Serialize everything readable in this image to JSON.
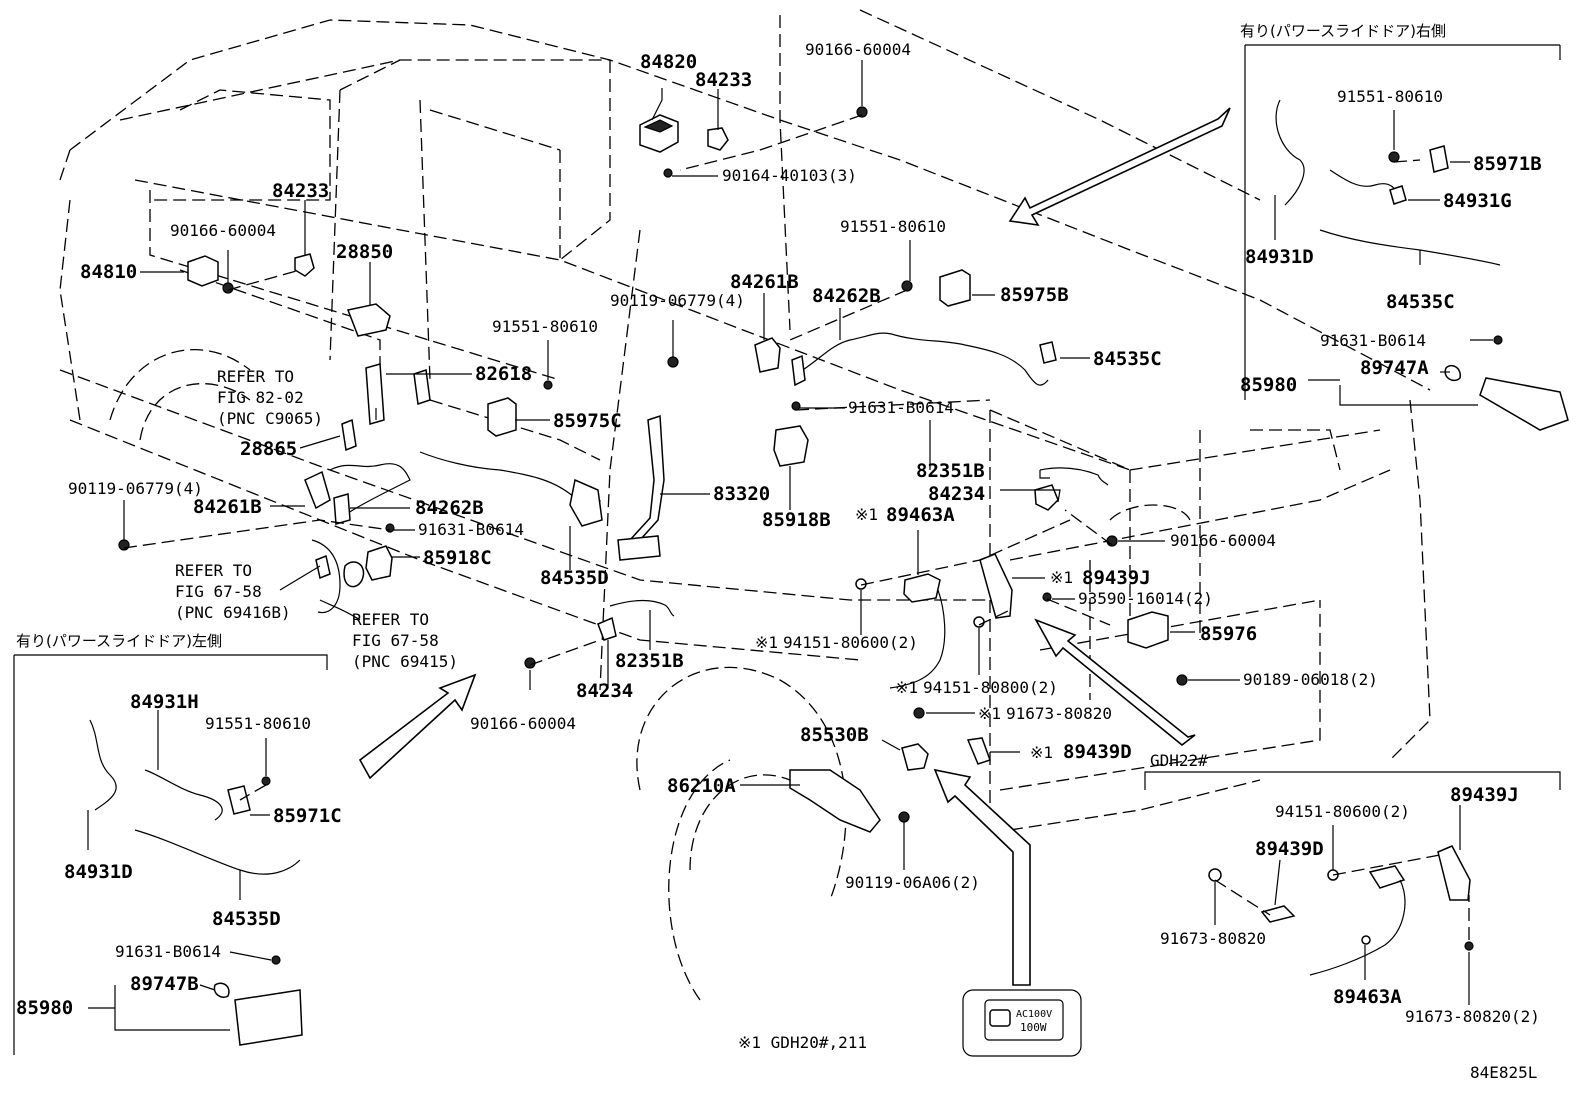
{
  "labels": {
    "r_header": "有り(パワースライドドア)右側",
    "l_header": "有り(パワースライドドア)左側",
    "gdh22": "GDH22#",
    "footnote": "※1 GDH20#,211",
    "diagram_code": "84E825L",
    "socket_line1": "AC100V",
    "socket_line2": "100W",
    "refer1": [
      "REFER TO",
      "FIG 82-02",
      "(PNC C9065)"
    ],
    "refer2": [
      "REFER TO",
      "FIG 67-58",
      "(PNC 69416B)"
    ],
    "refer3": [
      "REFER TO",
      "FIG 67-58",
      "(PNC 69415)"
    ]
  },
  "parts": {
    "p84820": "84820",
    "p84233_top": "84233",
    "p90166_top": "90166-60004",
    "p90164": "90164-40103(3)",
    "p84233_left": "84233",
    "p90166_left": "90166-60004",
    "p84810": "84810",
    "p28850": "28850",
    "p91551_mid": "91551-80610",
    "p85975B": "85975B",
    "p84261B_top": "84261B",
    "p84262B_top": "84262B",
    "p90119_top": "90119-06779(4)",
    "p91551_c": "91551-80610",
    "p82618": "82618",
    "p84535C_main": "84535C",
    "p85975C": "85975C",
    "p91631_mid": "91631-B0614",
    "p28865": "28865",
    "p90119_left": "90119-06779(4)",
    "p84261B_left": "84261B",
    "p84262B_left": "84262B",
    "p91631_left": "91631-B0614",
    "p85918C": "85918C",
    "p83320": "83320",
    "p84535D_main": "84535D",
    "p85918B": "85918B",
    "p82351B_top": "82351B",
    "p84234_top": "84234",
    "p89463A_main": "89463A",
    "p90166_right": "90166-60004",
    "p89439J_main": "89439J",
    "p93590": "93590-16014(2)",
    "p85976": "85976",
    "p90189": "90189-06018(2)",
    "p94151_600": "94151-80600(2)",
    "p94151_800": "94151-80800(2)",
    "p91673_main": "91673-80820",
    "p89439D_main": "89439D",
    "p82351B_bot": "82351B",
    "p84234_bot": "84234",
    "p90166_bot": "90166-60004",
    "p85530B": "85530B",
    "p86210A": "86210A",
    "p90119_06A06": "90119-06A06(2)",
    "mark": "※1",
    "r_91551": "91551-80610",
    "r_85971B": "85971B",
    "r_84931G": "84931G",
    "r_84931D": "84931D",
    "r_84535C": "84535C",
    "r_91631": "91631-B0614",
    "r_89747A": "89747A",
    "r_85980": "85980",
    "l_84931H": "84931H",
    "l_91551": "91551-80610",
    "l_85971C": "85971C",
    "l_84931D": "84931D",
    "l_84535D": "84535D",
    "l_91631": "91631-B0614",
    "l_89747B": "89747B",
    "l_85980": "85980",
    "g_94151": "94151-80600(2)",
    "g_89439J": "89439J",
    "g_89439D": "89439D",
    "g_91673_a": "91673-80820",
    "g_89463A": "89463A",
    "g_91673_b": "91673-80820(2)"
  },
  "icons": [
    "screw-icon",
    "clip-icon",
    "switch-icon",
    "sensor-icon",
    "harness-icon",
    "arrow-icon",
    "power-socket-icon"
  ]
}
